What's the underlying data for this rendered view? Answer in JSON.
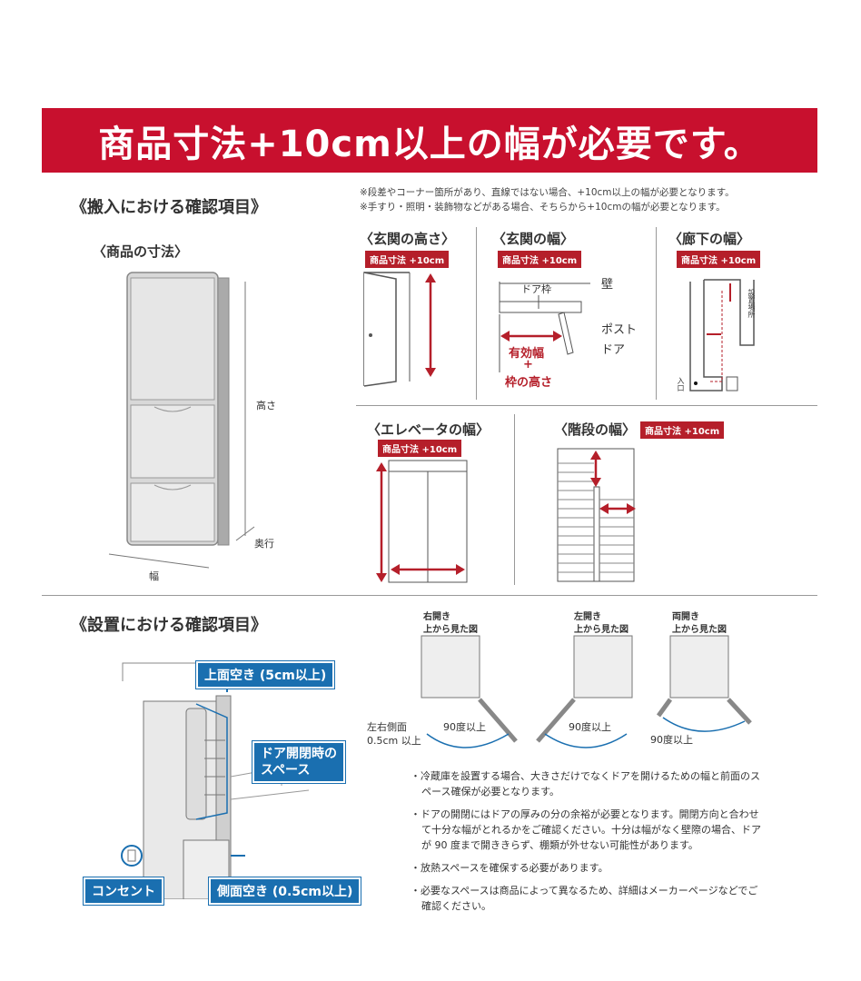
{
  "banner": {
    "text": "商品寸法+10cm以上の幅が必要です。"
  },
  "carry_in": {
    "title": "《搬入における確認項目》",
    "notes": [
      "※段差やコーナー箇所があり、直線ではない場合、+10cm以上の幅が必要となります。",
      "※手すり・照明・装飾物などがある場合、そちらから+10cmの幅が必要となります。"
    ],
    "product_dims": {
      "title": "〈商品の寸法〉",
      "height_label": "高さ",
      "depth_label": "奥行",
      "width_label": "幅"
    },
    "entrance_height": {
      "title": "〈玄関の高さ〉",
      "tag": "商品寸法 +10cm"
    },
    "entrance_width": {
      "title": "〈玄関の幅〉",
      "tag": "商品寸法 +10cm",
      "door_frame": "ドア枠",
      "wall": "壁",
      "post": "ポスト",
      "door": "ドア",
      "effective_width": "有効幅",
      "plus": "+",
      "frame_height": "枠の高さ"
    },
    "hallway_width": {
      "title": "〈廊下の幅〉",
      "tag": "商品寸法 +10cm",
      "install_place": "設置場所",
      "entrance": "入口"
    },
    "elevator_width": {
      "title": "〈エレベータの幅〉",
      "tag": "商品寸法 +10cm"
    },
    "stairs_width": {
      "title": "〈階段の幅〉",
      "tag": "商品寸法 +10cm"
    }
  },
  "installation": {
    "title": "《設置における確認項目》",
    "labels": {
      "top_space": "上面空き (5cm以上)",
      "door_space_1": "ドア開閉時の",
      "door_space_2": "スペース",
      "outlet": "コンセント",
      "side_space": "側面空き (0.5cm以上)"
    },
    "door_views": [
      {
        "line1": "右開き",
        "line2": "上から見た図",
        "angle": "90度以上"
      },
      {
        "line1": "左開き",
        "line2": "上から見た図",
        "angle": "90度以上"
      },
      {
        "line1": "両開き",
        "line2": "上から見た図",
        "angle": "90度以上"
      }
    ],
    "side_note_1": "左右側面",
    "side_note_2": "0.5cm 以上",
    "bullets": [
      "・冷蔵庫を設置する場合、大きさだけでなくドアを開けるための幅と前面のスペース確保が必要となります。",
      "・ドアの開閉にはドアの厚みの分の余裕が必要となります。開閉方向と合わせて十分な幅がとれるかをご確認ください。十分は幅がなく壁際の場合、ドアが 90 度まで開ききらず、棚類が外せない可能性があります。",
      "・放熱スペースを確保する必要があります。",
      "・必要なスペースは商品によって異なるため、詳細はメーカーページなどでご確認ください。"
    ]
  },
  "colors": {
    "red": "#c8102e",
    "blue": "#1a6fb0"
  }
}
